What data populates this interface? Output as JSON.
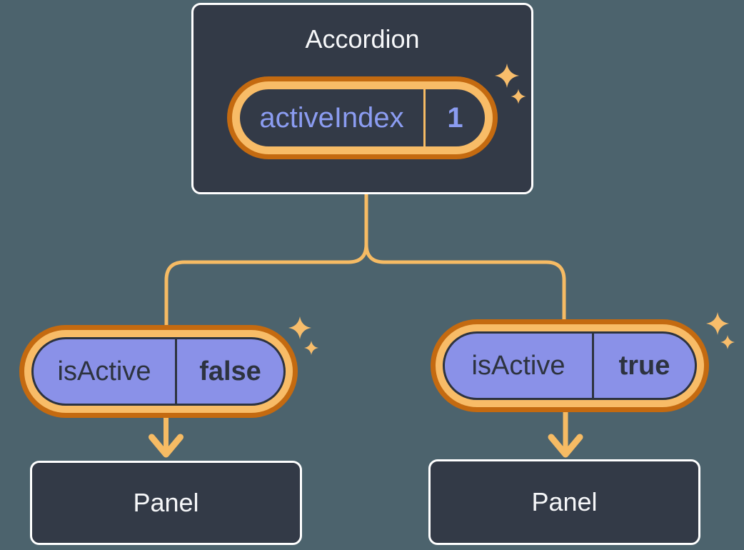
{
  "colors": {
    "background": "#4c636d",
    "card_fill": "#333a47",
    "card_border": "#ffffff",
    "light_text": "#f6f7f9",
    "ring_dark_orange": "#c46a10",
    "ring_light_orange": "#f8bc67",
    "connector_orange": "#f6bb64",
    "pill_purple_fill": "#8a91e8",
    "purple_text": "#8b9cf1",
    "dark_text": "#2d333f",
    "sparkle": "#f8bd6b"
  },
  "icons": {
    "sparkle": "four-point-star-sparkle",
    "arrow": "arrow-down"
  },
  "accordion": {
    "title": "Accordion",
    "state": {
      "name": "activeIndex",
      "value": "1"
    }
  },
  "children": [
    {
      "prop": {
        "name": "isActive",
        "value": "false"
      },
      "panel": {
        "title": "Panel"
      }
    },
    {
      "prop": {
        "name": "isActive",
        "value": "true"
      },
      "panel": {
        "title": "Panel"
      }
    }
  ]
}
